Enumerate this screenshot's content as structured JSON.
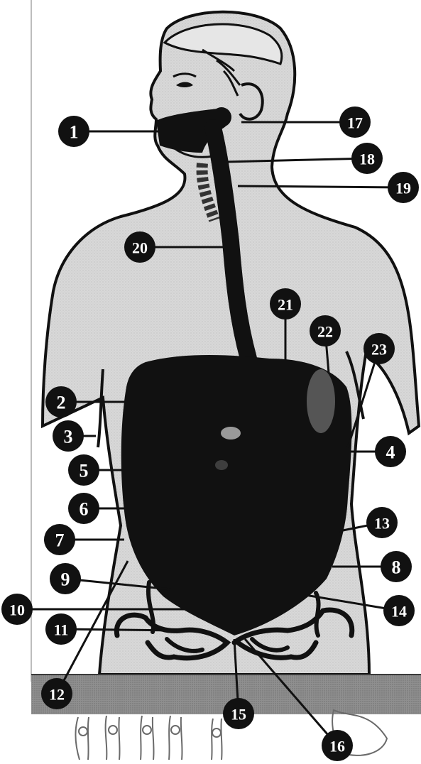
{
  "diagram": {
    "labels": [
      "1",
      "2",
      "3",
      "4",
      "5",
      "6",
      "7",
      "8",
      "9",
      "10",
      "11",
      "12",
      "13",
      "14",
      "15",
      "16",
      "17",
      "18",
      "19",
      "20",
      "21",
      "22",
      "23"
    ]
  },
  "colors": {
    "ink": "#111111",
    "skin": "#d6d6d6",
    "shadow": "#b3b3b3",
    "organ": "#1a1a1a",
    "floor": "#8a8a8a",
    "bone": "#ffffff"
  }
}
